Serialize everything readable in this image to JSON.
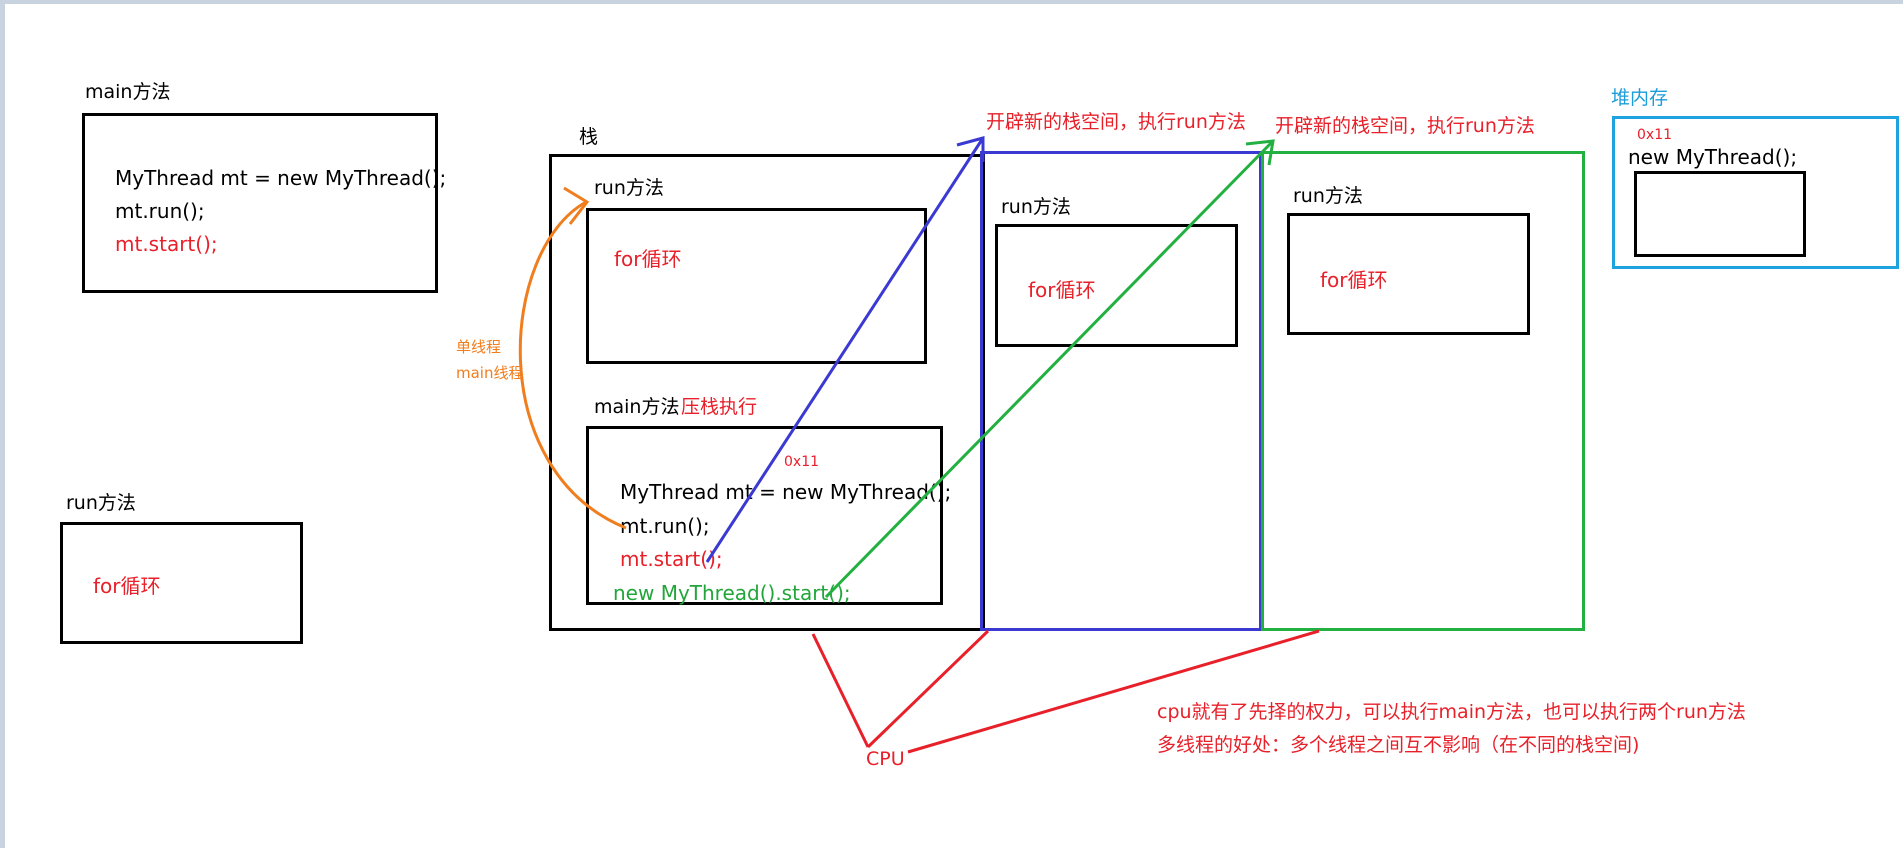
{
  "main_panel": {
    "title": "main方法",
    "line1": "MyThread mt = new MyThread();",
    "line2": "mt.run();",
    "line3": "mt.start();"
  },
  "run_panel": {
    "title": "run方法",
    "body": "for循环"
  },
  "stack": {
    "title": "栈",
    "run_title": "run方法",
    "run_body": "for循环",
    "main_title": "main方法",
    "main_note": "压栈执行",
    "addr": "0x11",
    "line1": "MyThread mt = new MyThread();",
    "line2": "mt.run();",
    "line3": "mt.start();",
    "line4": "new MyThread().start();"
  },
  "single_thread": {
    "line1": "单线程",
    "line2": "main线程"
  },
  "stack2": {
    "caption": "开辟新的栈空间，执行run方法",
    "run_title": "run方法",
    "run_body": "for循环"
  },
  "stack3": {
    "caption": "开辟新的栈空间，执行run方法",
    "run_title": "run方法",
    "run_body": "for循环"
  },
  "heap": {
    "title": "堆内存",
    "addr": "0x11",
    "label": "new MyThread();"
  },
  "cpu": {
    "label": "CPU",
    "note1": "cpu就有了先择的权力，可以执行main方法，也可以执行两个run方法",
    "note2": "多线程的好处：多个线程之间互不影响（在不同的栈空间)"
  },
  "colors": {
    "black": "#000000",
    "red": "#e8202a",
    "blue": "#3a3ad2",
    "green": "#22b040",
    "orange": "#f07d1e",
    "cyan": "#1ca3e0"
  }
}
